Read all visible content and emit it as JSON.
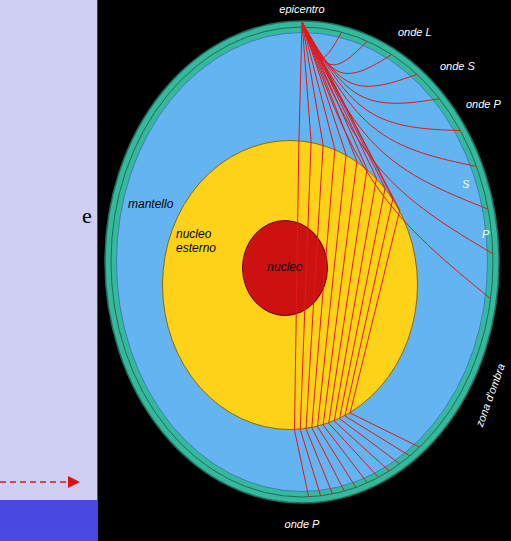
{
  "diagram": {
    "nodes": [
      {
        "text": [
          "mantello"
        ]
      },
      {
        "text": [
          "nucleo esterno"
        ],
        "in": 0
      },
      {
        "text": [
          "nucleo"
        ],
        "in": 1
      }
    ],
    "labels": [
      "epicentro",
      "onde L",
      "onde S",
      "onde P",
      "S",
      "P",
      "zona d'ombra",
      "onde P",
      "e"
    ]
  }
}
